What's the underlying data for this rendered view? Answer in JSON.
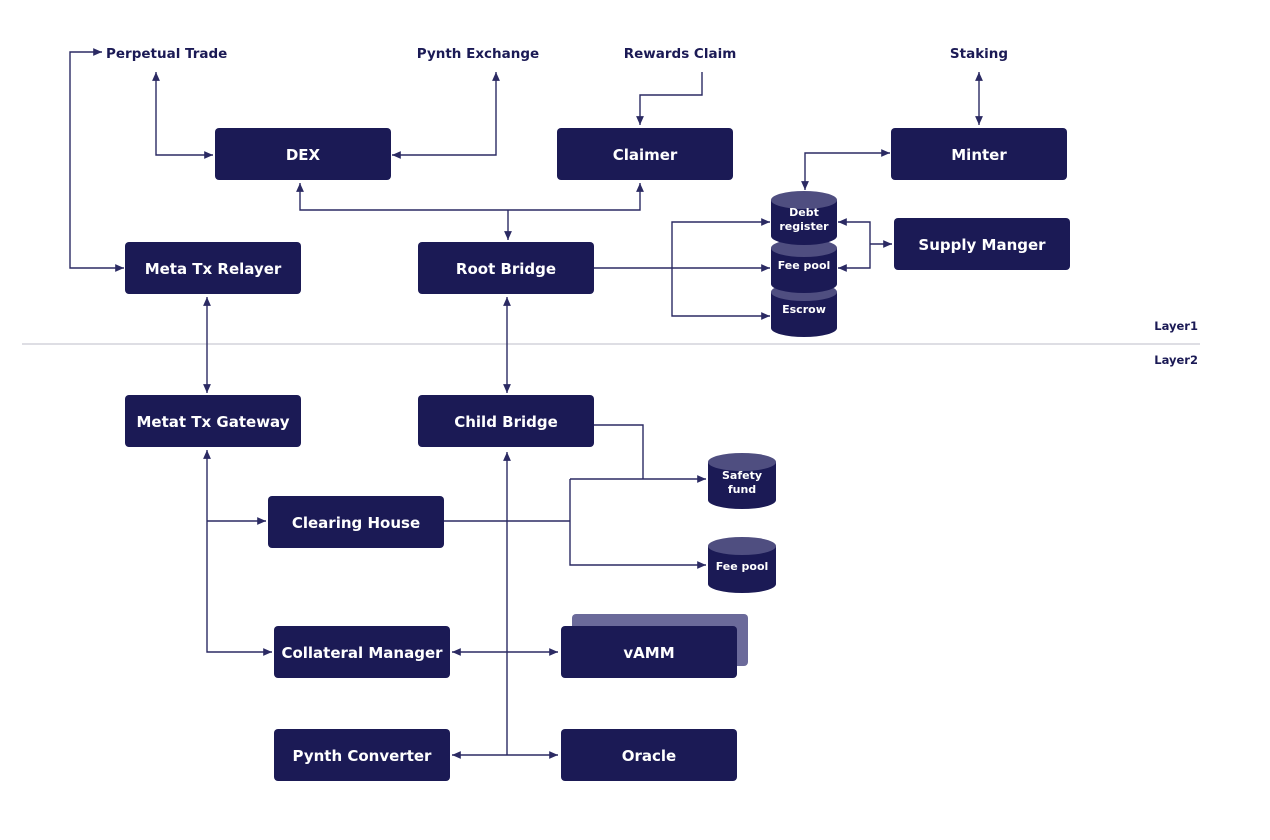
{
  "boxes": {
    "dex": "DEX",
    "claimer": "Claimer",
    "minter": "Minter",
    "supply_manager": "Supply Manger",
    "meta_tx_relayer": "Meta Tx Relayer",
    "root_bridge": "Root Bridge",
    "metat_tx_gateway": "Metat Tx Gateway",
    "child_bridge": "Child Bridge",
    "clearing_house": "Clearing House",
    "collateral_manager": "Collateral Manager",
    "vamm": "vAMM",
    "pynth_converter": "Pynth Converter",
    "oracle": "Oracle"
  },
  "external_labels": {
    "perpetual_trade": "Perpetual Trade",
    "pynth_exchange": "Pynth Exchange",
    "rewards_claim": "Rewards Claim",
    "staking": "Staking"
  },
  "databases": {
    "debt_register": [
      "Debt",
      "register"
    ],
    "fee_pool_l1": "Fee pool",
    "escrow": "Escrow",
    "safety_fund": [
      "Safety",
      "fund"
    ],
    "fee_pool_l2": "Fee pool"
  },
  "layers": {
    "layer1": "Layer1",
    "layer2": "Layer2"
  },
  "colors": {
    "box": "#1b1a55",
    "box_shadow": "#6b6a9a",
    "line": "#2b2a63",
    "db_top": "#4f4e80"
  }
}
